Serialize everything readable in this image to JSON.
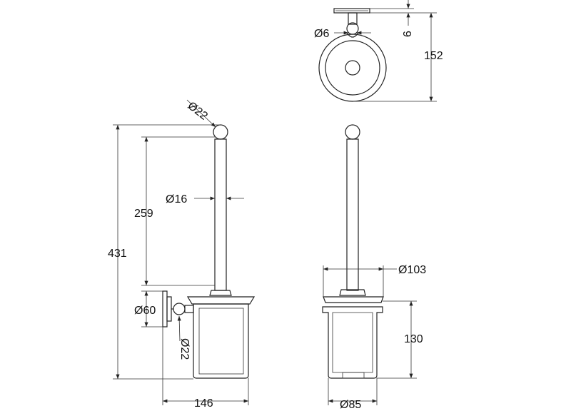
{
  "dimensions": {
    "top_shaft": "Ø6",
    "top_thickness": "6",
    "top_depth": "152",
    "knob": "Ø22",
    "handle": "Ø16",
    "handle_length": "259",
    "overall_height": "431",
    "backplate": "Ø60",
    "arm": "Ø22",
    "projection": "146",
    "holder_width": "Ø103",
    "cup_height": "130",
    "cup_width": "Ø85"
  }
}
